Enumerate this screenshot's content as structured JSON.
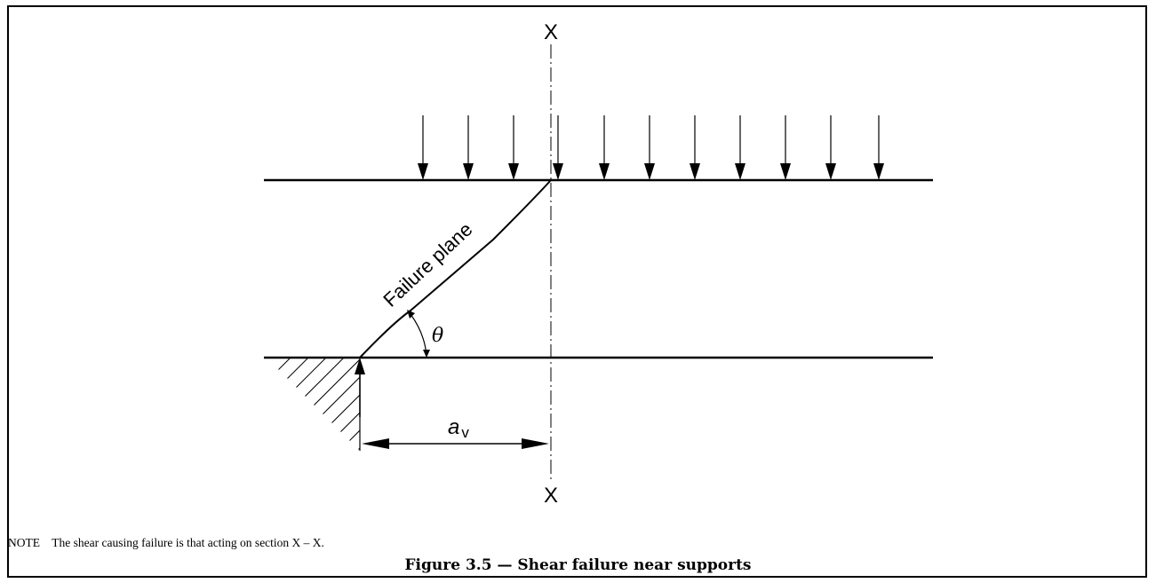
{
  "diagram": {
    "section_label_top": "X",
    "section_label_bottom": "X",
    "failure_plane_label": "Failure plane",
    "angle_symbol": "θ",
    "span_label_base": "a",
    "span_label_sub": "v"
  },
  "note": {
    "prefix": "NOTE",
    "text": "The shear causing failure is that acting on section X – X."
  },
  "caption": {
    "text": "Figure 3.5 — Shear failure near supports"
  }
}
